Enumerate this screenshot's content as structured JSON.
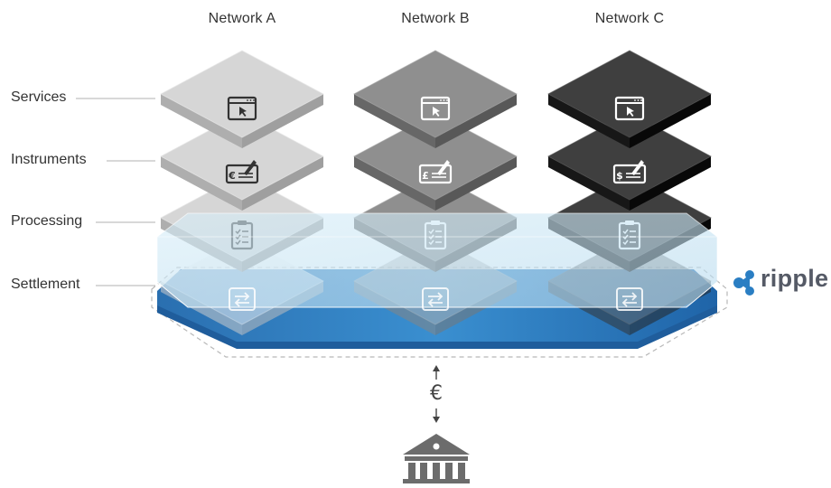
{
  "networks": [
    {
      "title": "Network A"
    },
    {
      "title": "Network B"
    },
    {
      "title": "Network C"
    }
  ],
  "layers": {
    "services": "Services",
    "instruments": "Instruments",
    "processing": "Processing",
    "settlement": "Settlement"
  },
  "currency": "€",
  "brand": "ripple",
  "colors": {
    "network_a": "#d6d6d6",
    "network_b": "#8f8f8f",
    "network_c": "#3f3f3f",
    "settlement_blue": "#2e7fc2",
    "settlement_glass": "#bfe0f2",
    "brand_gray": "#555a66",
    "brand_blue": "#2a7ec3"
  },
  "icons": {
    "services": "browser-window-icon",
    "instruments": "check-signature-icon",
    "processing": "clipboard-checklist-icon",
    "settlement": "exchange-arrows-icon",
    "bank": "bank-building-icon"
  },
  "instrument_currency": {
    "network_a": "€",
    "network_b": "£",
    "network_c": "$"
  }
}
